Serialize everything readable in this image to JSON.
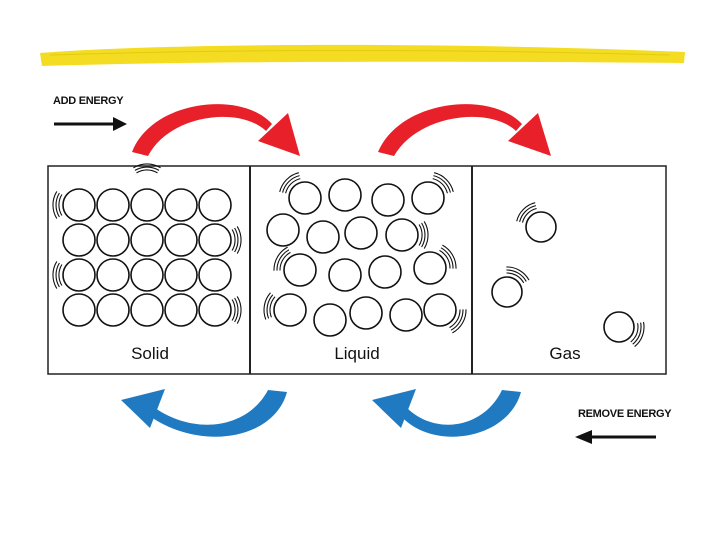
{
  "labels": {
    "add_energy": "ADD ENERGY",
    "remove_energy": "REMOVE ENERGY"
  },
  "phases": [
    {
      "name": "Solid"
    },
    {
      "name": "Liquid"
    },
    {
      "name": "Gas"
    }
  ],
  "colors": {
    "highlight": "#f2da16",
    "add_arrow": "#e8202a",
    "remove_arrow": "#1f7ac2",
    "outline": "#111111"
  }
}
